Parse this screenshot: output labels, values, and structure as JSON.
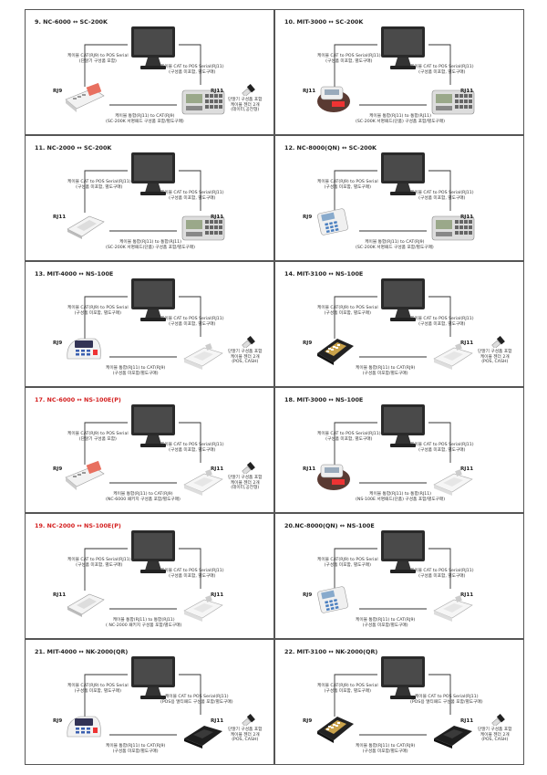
{
  "cells": [
    {
      "title": "9. NC-6000 ↔ SC-200K",
      "red": false,
      "left_device": "pos",
      "left_port": "RJ9",
      "right_device": "sc",
      "right_port": "RJ11",
      "left_cable": [
        "케이블 CAT(RJ9) to POS Serial",
        "(단말기 구성품 포함)"
      ],
      "right_cable": [
        "케이블 CAT to POS Serial(RJ11)",
        "(구성품 미포함, 별도구매)"
      ],
      "bottom_cable": [
        "케이블 통합(RJ11) to CAT(RJ9)",
        "(SC-200K 서명패드 구성품 포함/별도구매)"
      ],
      "note": [
        "단말기 구성품 포함",
        "케이블 젠더 2개",
        "(데이터,공전형)"
      ]
    },
    {
      "title": "10. MIT-3000 ↔ SC-200K",
      "red": false,
      "left_device": "mit3000",
      "left_port": "RJ11",
      "right_device": "sc",
      "right_port": "RJ11",
      "left_cable": [
        "케이블 CAT to POS Serial(RJ11)",
        "(구성품 미포함, 별도구매)"
      ],
      "right_cable": [
        "케이블 CAT to POS Serial(RJ11)",
        "(구성품 미포함, 별도구매)"
      ],
      "bottom_cable": [
        "케이블 통합(RJ11) to 통합(RJ11)",
        "(SC-200K 서명패드(단품) 구성품 포함/별도구매)"
      ],
      "note": []
    },
    {
      "title": "11. NC-2000 ↔ SC-200K",
      "red": false,
      "left_device": "flat",
      "left_port": "RJ11",
      "right_device": "sc",
      "right_port": "RJ11",
      "left_cable": [
        "케이블 CAT to POS Serial(RJ11)",
        "(구성품 미포함, 별도구매)"
      ],
      "right_cable": [
        "케이블 CAT to POS Serial(RJ11)",
        "(구성품 미포함, 별도구매)"
      ],
      "bottom_cable": [
        "케이블 통합(RJ11) to 통합(RJ11)",
        "(SC-200K 서명패드(단품) 구성품 포함/별도구매)"
      ],
      "note": []
    },
    {
      "title": "12. NC-8000(QN) ↔ SC-200K",
      "red": false,
      "left_device": "qn",
      "left_port": "RJ9",
      "right_device": "sc",
      "right_port": "RJ11",
      "left_cable": [
        "케이블 CAT(RJ9) to POS Serial",
        "(구성품 미포함, 별도구매)"
      ],
      "right_cable": [
        "케이블 CAT to POS Serial(RJ11)",
        "(구성품 미포함, 별도구매)"
      ],
      "bottom_cable": [
        "케이블 통합(RJ11) to CAT(RJ9)",
        "(SC-200K 서명패드 구성품 포함/별도구매)"
      ],
      "note": []
    },
    {
      "title": "13. MIT-4000 ↔ NS-100E",
      "red": false,
      "left_device": "mit4000",
      "left_port": "RJ9",
      "right_device": "ns",
      "right_port": "",
      "left_cable": [
        "케이블 CAT(RJ9) to POS Serial",
        "(구성품 미포함, 별도구매)"
      ],
      "right_cable": [
        "케이블 CAT to POS Serial(RJ11)",
        "(구성품 미포함, 별도구매)"
      ],
      "bottom_cable": [
        "케이블 통합(RJ11) to CAT(RJ9)",
        "(구성품 미포함/별도구매)"
      ],
      "note": [
        "단말기 구성품 포함",
        "케이블 젠더 2개",
        "(POS, CASH)"
      ]
    },
    {
      "title": "14. MIT-3100 ↔ NS-100E",
      "red": false,
      "left_device": "mit3100",
      "left_port": "RJ9",
      "right_device": "ns",
      "right_port": "RJ11",
      "left_cable": [
        "케이블 CAT(RJ9) to POS Serial",
        "(구성품 미포함, 별도구매)"
      ],
      "right_cable": [
        "케이블 CAT to POS Serial(RJ11)",
        "(구성품 미포함, 별도구매)"
      ],
      "bottom_cable": [
        "케이블 통합(RJ11) to CAT(RJ9)",
        "(구성품 미포함/별도구매)"
      ],
      "note": [
        "단말기 구성품 포함",
        "케이블 젠더 2개",
        "(POS, CASH)"
      ]
    },
    {
      "title": "17. NC-6000 ↔ NS-100E(P)",
      "red": true,
      "left_device": "pos",
      "left_port": "RJ9",
      "right_device": "ns",
      "right_port": "RJ11",
      "left_cable": [
        "케이블 CAT(RJ9) to POS Serial",
        "(단말기 구성품 포함)"
      ],
      "right_cable": [
        "케이블 CAT to POS Serial(RJ11)",
        "(구성품 미포함, 별도구매)"
      ],
      "bottom_cable": [
        "케이블 통합(RJ11) to CAT(RJ9)",
        "(NC-6000 패키지 구성품 포함/별도구매)"
      ],
      "note": [
        "단말기 구성품 포함",
        "케이블 젠더 2개",
        "(데이터,공전형)"
      ]
    },
    {
      "title": "18. MIT-3000 ↔ NS-100E",
      "red": false,
      "left_device": "mit3000",
      "left_port": "RJ11",
      "right_device": "ns",
      "right_port": "RJ11",
      "left_cable": [
        "케이블 CAT to POS Serial(RJ11)",
        "(구성품 미포함, 별도구매)"
      ],
      "right_cable": [
        "케이블 CAT to POS Serial(RJ11)",
        "(구성품 미포함, 별도구매)"
      ],
      "bottom_cable": [
        "케이블 통합(RJ11) to 통합(RJ11)",
        "(NS-100E 서명패드(단품) 구성품 포함/별도구매)"
      ],
      "note": []
    },
    {
      "title": "19. NC-2000 ↔ NS-100E(P)",
      "red": true,
      "left_device": "flat",
      "left_port": "RJ11",
      "right_device": "ns",
      "right_port": "RJ11",
      "left_cable": [
        "케이블 CAT to POS Serial(RJ11)",
        "(구성품 미포함, 별도구매)"
      ],
      "right_cable": [
        "케이블 CAT to POS Serial(RJ11)",
        "(구성품 미포함, 별도구매)"
      ],
      "bottom_cable": [
        "케이블 통합(RJ11) to 통합(RJ11)",
        "( NC-2000 패키지 구성품 포함/별도구매)"
      ],
      "note": []
    },
    {
      "title": "20.NC-8000(QN) ↔ NS-100E",
      "red": false,
      "left_device": "qn",
      "left_port": "RJ9",
      "right_device": "ns",
      "right_port": "RJ11",
      "left_cable": [
        "케이블 CAT(RJ9) to POS Serial",
        "(구성품 미포함, 별도구매)"
      ],
      "right_cable": [
        "케이블 CAT to POS Serial(RJ11)",
        "(구성품 미포함, 별도구매)"
      ],
      "bottom_cable": [
        "케이블 통합(RJ11) to CAT(RJ9)",
        "(구성품 미포함/별도구매)"
      ],
      "note": []
    },
    {
      "title": "21. MIT-4000 ↔ NK-2000(QR)",
      "red": false,
      "left_device": "mit4000",
      "left_port": "RJ9",
      "right_device": "nk",
      "right_port": "RJ11",
      "left_cable": [
        "케이블 CAT(RJ9) to POS Serial",
        "(구성품 미포함, 별도구매)"
      ],
      "right_cable": [
        "케이블 CAT to POS Serial(RJ11)",
        "(POS용 멀티패드 구성품 포함/별도구매)"
      ],
      "bottom_cable": [
        "케이블 통합(RJ11) to CAT(RJ9)",
        "(구성품 미포함/별도구매)"
      ],
      "note": [
        "단말기 구성품 포함",
        "케이블 젠더 2개",
        "(POS, CASH)"
      ]
    },
    {
      "title": "22. MIT-3100 ↔ NK-2000(QR)",
      "red": false,
      "left_device": "mit3100",
      "left_port": "RJ9",
      "right_device": "nk",
      "right_port": "RJ11",
      "left_cable": [
        "케이블 CAT(RJ9) to POS Serial",
        "(구성품 미포함, 별도구매)"
      ],
      "right_cable": [
        "케이블 CAT to POS Serial(RJ11)",
        "(POS용 멀티패드 구성품 포함/별도구매)"
      ],
      "bottom_cable": [
        "케이블 통합(RJ11) to CAT(RJ9)",
        "(구성품 미포함/별도구매)"
      ],
      "note": [
        "단말기 구성품 포함",
        "케이블 젠더 2개",
        "(POS, CASH)"
      ]
    }
  ]
}
